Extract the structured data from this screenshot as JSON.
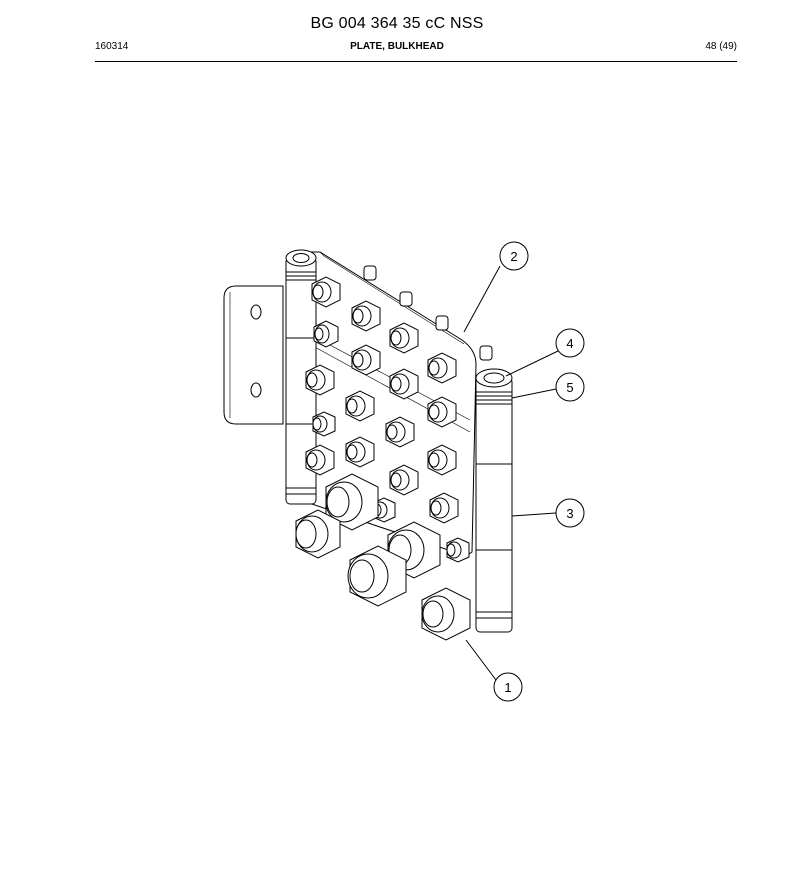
{
  "header": {
    "title": "BG 004 364 35 cC NSS",
    "doc_code": "160314",
    "section_title": "PLATE, BULKHEAD",
    "page_indicator": "48 (49)"
  },
  "drawing": {
    "callouts": [
      "1",
      "2",
      "3",
      "4",
      "5"
    ]
  }
}
